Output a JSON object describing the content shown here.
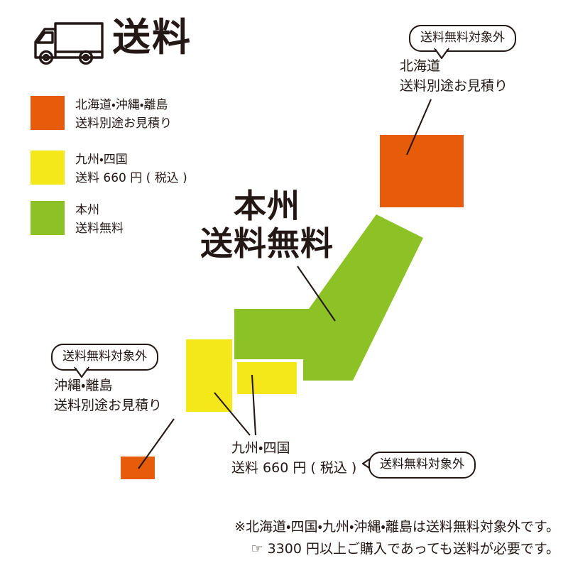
{
  "header": {
    "title": "送料",
    "truck_icon": "delivery-truck-icon"
  },
  "legend": {
    "items": [
      {
        "color": "#E65C0A",
        "region": "北海道・沖縄・離島",
        "fee": "送料別途お見積り",
        "name": "hokkaido-okinawa-islands"
      },
      {
        "color": "#F5E81A",
        "region": "九州・四国",
        "fee": "送料 660 円 ( 税込 )",
        "name": "kyushu-shikoku"
      },
      {
        "color": "#8CC225",
        "region": "本州",
        "fee": "送料無料",
        "name": "honshu"
      }
    ]
  },
  "map": {
    "honshu_label_line1": "本州",
    "honshu_label_line2": "送料無料",
    "regions": [
      {
        "name": "hokkaido",
        "color": "#E65C0A"
      },
      {
        "name": "honshu",
        "color": "#8CC225"
      },
      {
        "name": "kyushu",
        "color": "#F5E81A"
      },
      {
        "name": "shikoku",
        "color": "#F5E81A"
      },
      {
        "name": "okinawa",
        "color": "#E65C0A"
      }
    ]
  },
  "callouts": {
    "hokkaido": {
      "badge": "送料無料対象外",
      "label_line1": "北海道",
      "label_line2": "送料別途お見積り"
    },
    "okinawa": {
      "badge": "送料無料対象外",
      "label_line1": "沖縄・離島",
      "label_line2": "送料別途お見積り"
    },
    "kyushu_shikoku": {
      "badge": "送料無料対象外",
      "label_line1": "九州・四国",
      "label_line2": "送料 660 円 ( 税込 )"
    }
  },
  "footer": {
    "line1": "※北海道・四国・九州・沖縄・離島は送料無料対象外です。",
    "line2": "☞ 3300 円以上ご購入であっても送料が必要です。"
  }
}
